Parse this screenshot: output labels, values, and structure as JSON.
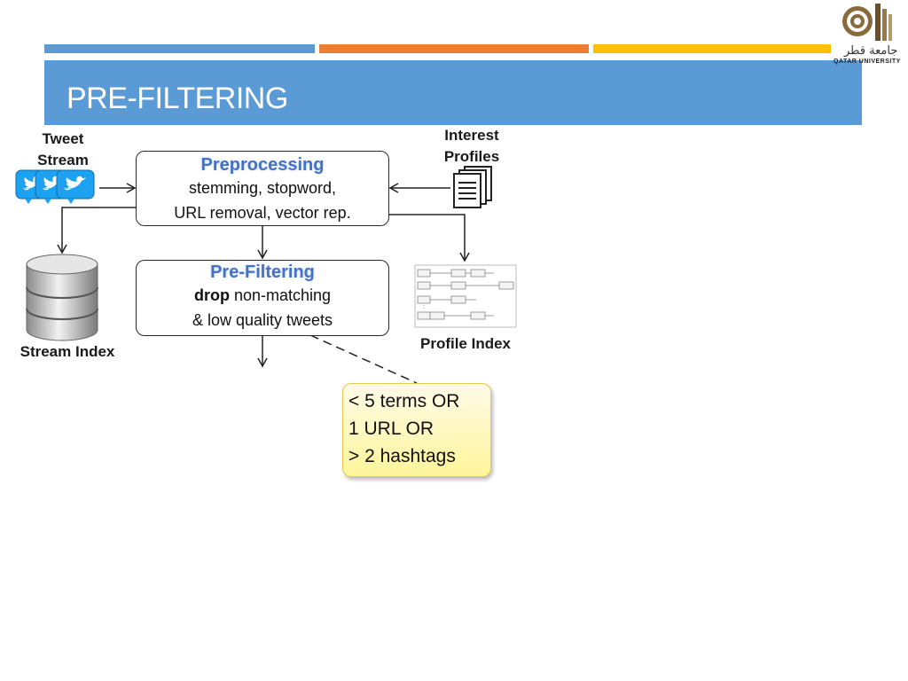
{
  "slide": {
    "title": "PRE-FILTERING",
    "accent_bars": [
      "#5b9bd5",
      "#ed7d31",
      "#ffc000"
    ]
  },
  "logo": {
    "arabic": "جامعة قطر",
    "english": "QATAR UNIVERSITY"
  },
  "diagram": {
    "tweet_stream": {
      "line1": "Tweet",
      "line2": "Stream"
    },
    "interest_profiles": {
      "line1": "Interest",
      "line2": "Profiles"
    },
    "preprocessing": {
      "title": "Preprocessing",
      "line1": "stemming, stopword,",
      "line2": "URL removal, vector rep."
    },
    "prefiltering": {
      "title": "Pre-Filtering",
      "line1_bold": "drop",
      "line1_rest": " non-matching",
      "line2": "& low quality tweets"
    },
    "stream_index": "Stream Index",
    "profile_index": "Profile Index",
    "note": {
      "line1": "< 5 terms OR",
      "line2": "1 URL OR",
      "line3": "> 2 hashtags"
    }
  }
}
